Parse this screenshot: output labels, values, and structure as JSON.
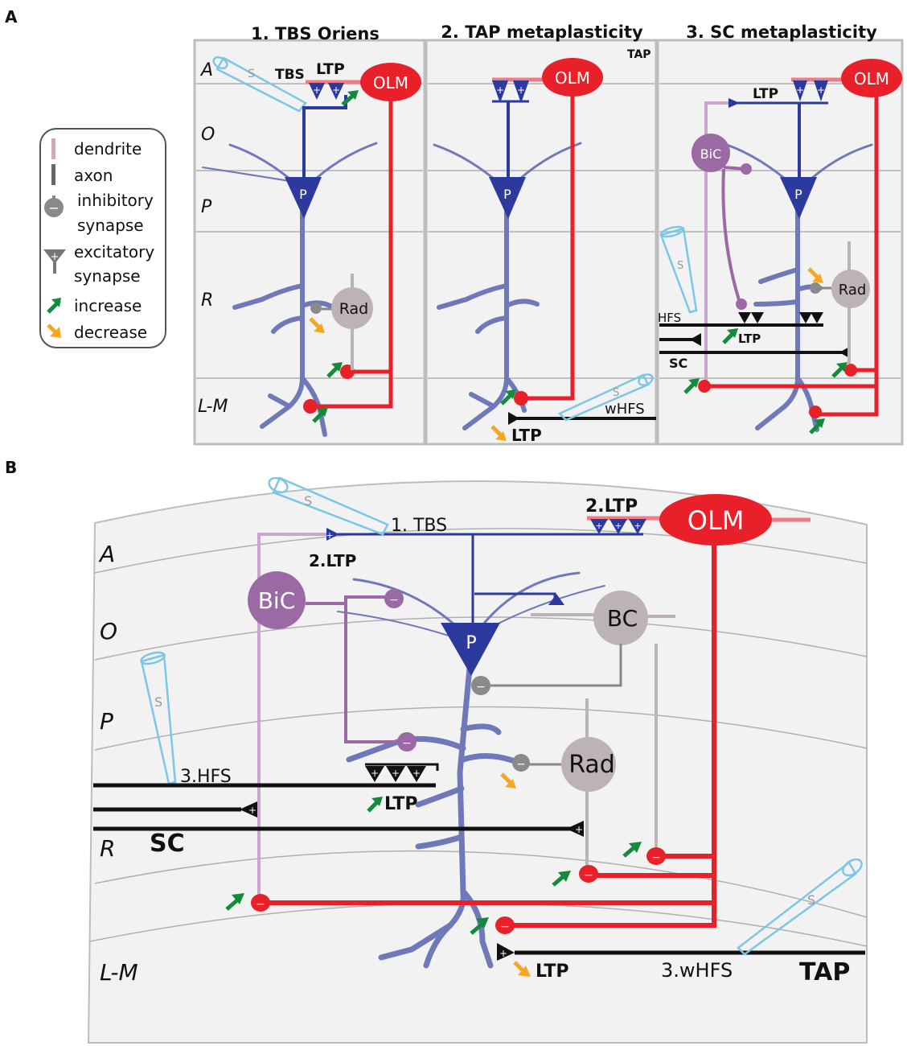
{
  "panel_labels": {
    "a": "A",
    "b": "B"
  },
  "colors": {
    "pyramidal": "#2b3a9c",
    "dendrite_pyr": "#6f78b8",
    "olm": "#e8202a",
    "olm_dendrite": "#f07b84",
    "bic": "#9b6aa5",
    "bic_dendrite": "#c9a5cf",
    "interneuron_gray": "#bdb3b5",
    "schaffer": "#111111",
    "electrode": "#7cc6e6",
    "increase": "#148a3c",
    "decrease": "#f5a623",
    "panel_bg": "#f2f2f2"
  },
  "legend": {
    "dendrite": "dendrite",
    "axon": "axon",
    "inhibitory_1": "inhibitory",
    "inhibitory_2": "synapse",
    "excitatory_1": "excitatory",
    "excitatory_2": "synapse",
    "increase": "increase",
    "decrease": "decrease"
  },
  "symbols": {
    "plus": "+",
    "minus": "−",
    "electrode": "S"
  },
  "panelA": {
    "titles": [
      "1. TBS Oriens",
      "2. TAP metaplasticity",
      "3. SC metaplasticity"
    ],
    "layers": [
      "A",
      "O",
      "P",
      "R",
      "L-M"
    ],
    "cells": {
      "p": "P",
      "olm": "OLM",
      "rad": "Rad",
      "bic": "BiC"
    },
    "labels": {
      "tbs": "TBS",
      "ltp": "LTP",
      "tap": "TAP",
      "whfs": "wHFS",
      "hfs": "HFS",
      "sc": "SC"
    }
  },
  "panelB": {
    "layers": [
      "A",
      "O",
      "P",
      "R",
      "L-M"
    ],
    "cells": {
      "p": "P",
      "olm": "OLM",
      "bic": "BiC",
      "bc": "BC",
      "rad": "Rad"
    },
    "labels": {
      "tbs": "1. TBS",
      "ltp2_top": "2.LTP",
      "ltp2_left": "2.LTP",
      "hfs": "3.HFS",
      "ltp_mid": "LTP",
      "sc": "SC",
      "ltp_bottom": "LTP",
      "whfs": "3.wHFS",
      "tap": "TAP"
    }
  }
}
